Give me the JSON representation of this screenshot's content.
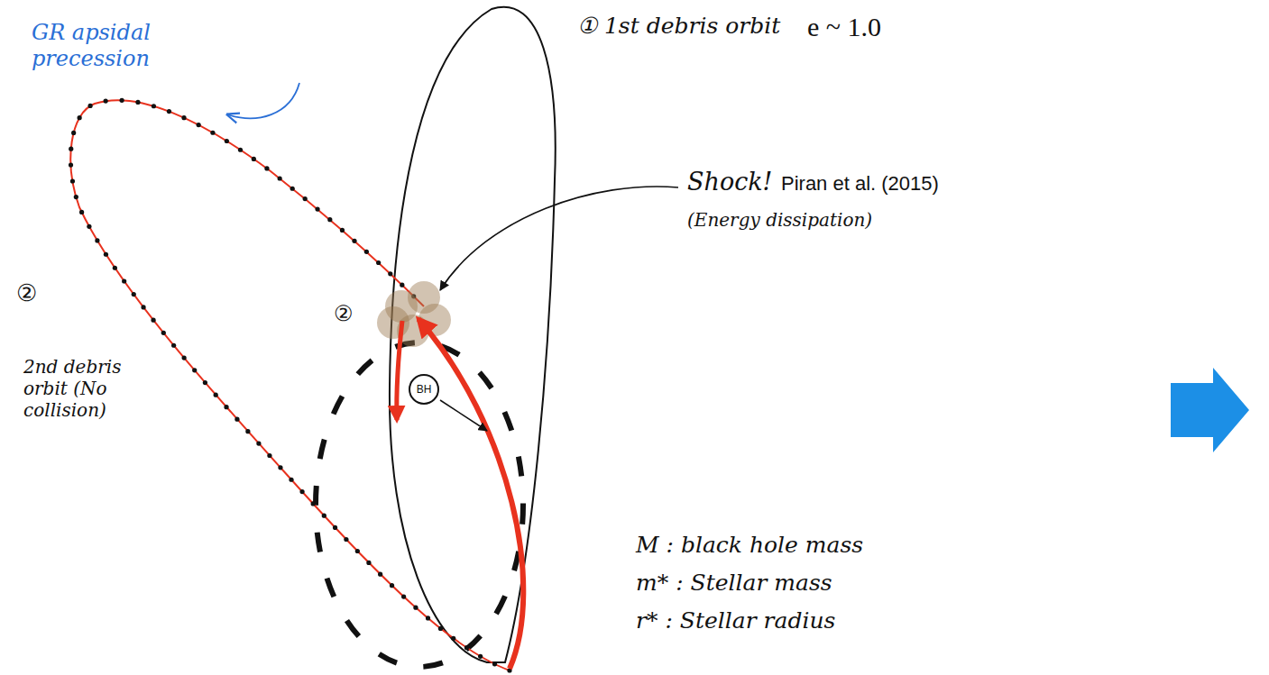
{
  "diagram": {
    "nodes": [
      {
        "text": [
          "BH"
        ]
      }
    ],
    "labels": [
      "GR apsidal precession",
      "① 1st debris orbit",
      "e ~ 1.0",
      "Shock!",
      "Piran et al. (2015)",
      "(Energy dissipation)",
      "②",
      "2nd debris orbit (No collision)",
      "②",
      "M : black hole mass",
      "m* : Stellar mass",
      "r* : Stellar radius"
    ]
  }
}
